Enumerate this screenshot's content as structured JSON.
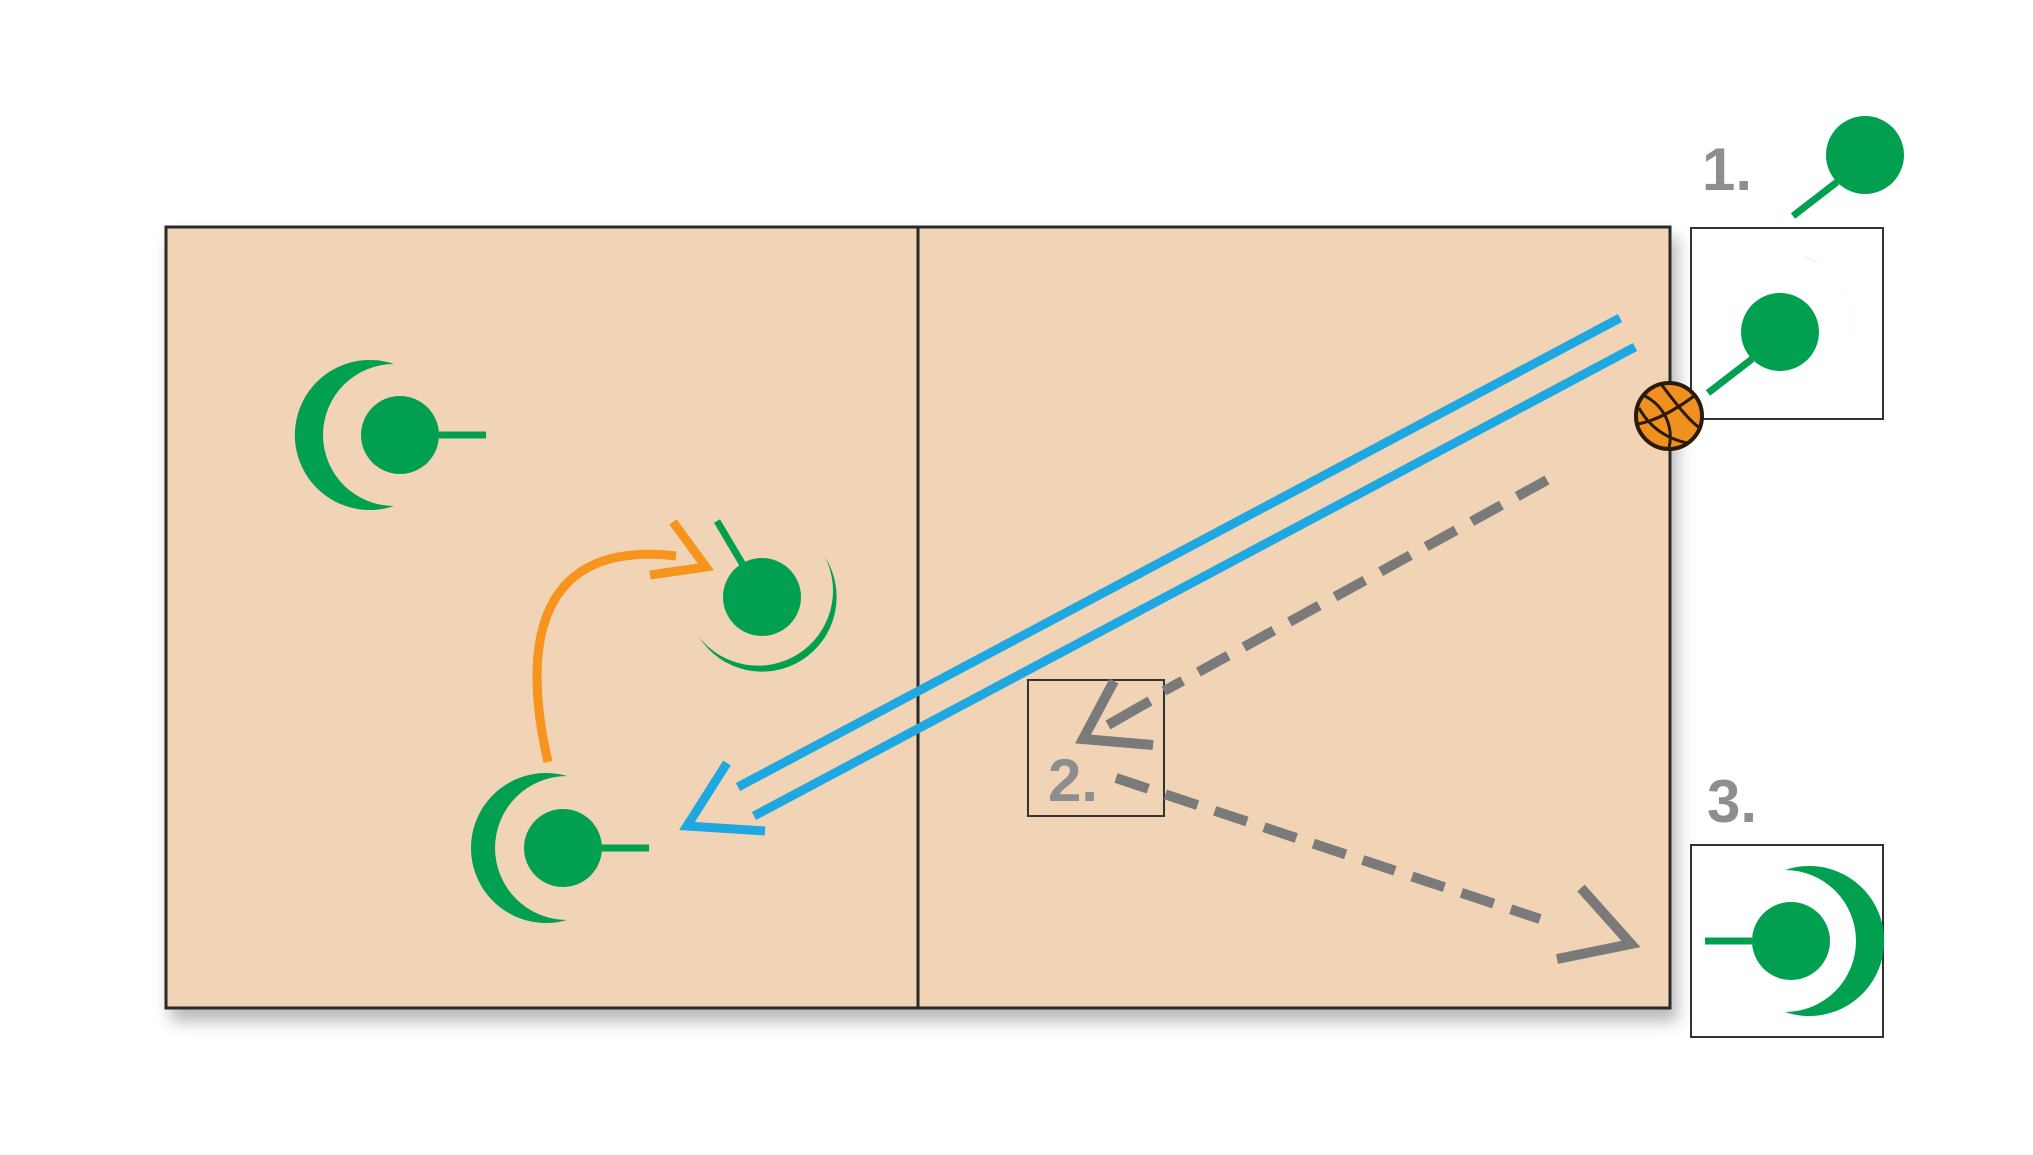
{
  "labels": {
    "step1": "1.",
    "step2": "2.",
    "step3": "3."
  },
  "colors": {
    "court": "#f1d3b5",
    "court_line": "#2a2a2a",
    "player": "#00a050",
    "pass_arrow": "#1ea7e1",
    "move_arrow": "#f7941d",
    "dashed_arrow": "#7a7a7a",
    "label": "#8e8e8e",
    "ball": "#f0901e"
  },
  "icons": {
    "player": "player-icon",
    "ball": "volleyball-icon"
  }
}
